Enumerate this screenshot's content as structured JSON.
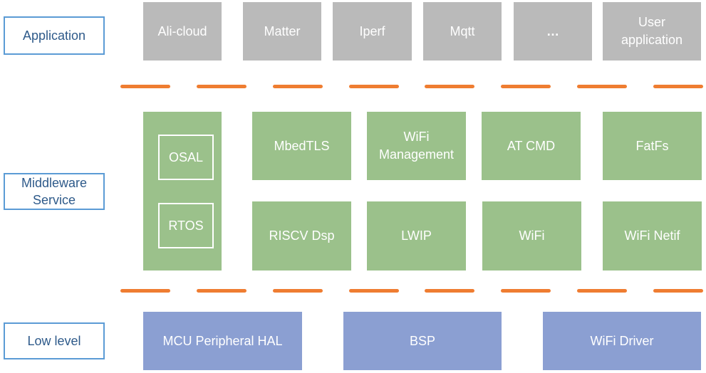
{
  "layers": {
    "application": {
      "label": "Application",
      "modules": [
        "Ali-cloud",
        "Matter",
        "Iperf",
        "Mqtt",
        "…",
        "User\napplication"
      ]
    },
    "middleware": {
      "label": "Middleware\nService",
      "os_group": {
        "items": [
          "OSAL",
          "RTOS"
        ]
      },
      "top_row": [
        "MbedTLS",
        "WiFi\nManagement",
        "AT CMD",
        "FatFs"
      ],
      "bottom_row": [
        "RISCV Dsp",
        "LWIP",
        "WiFi",
        "WiFi Netif"
      ]
    },
    "low_level": {
      "label": "Low level",
      "modules": [
        "MCU Peripheral HAL",
        "BSP",
        "WiFi Driver"
      ]
    }
  },
  "colors": {
    "application": "#bababa",
    "middleware": "#9bc18b",
    "low_level": "#8b9fd2",
    "separator": "#ef7d31",
    "label_border": "#5b9bd5"
  }
}
